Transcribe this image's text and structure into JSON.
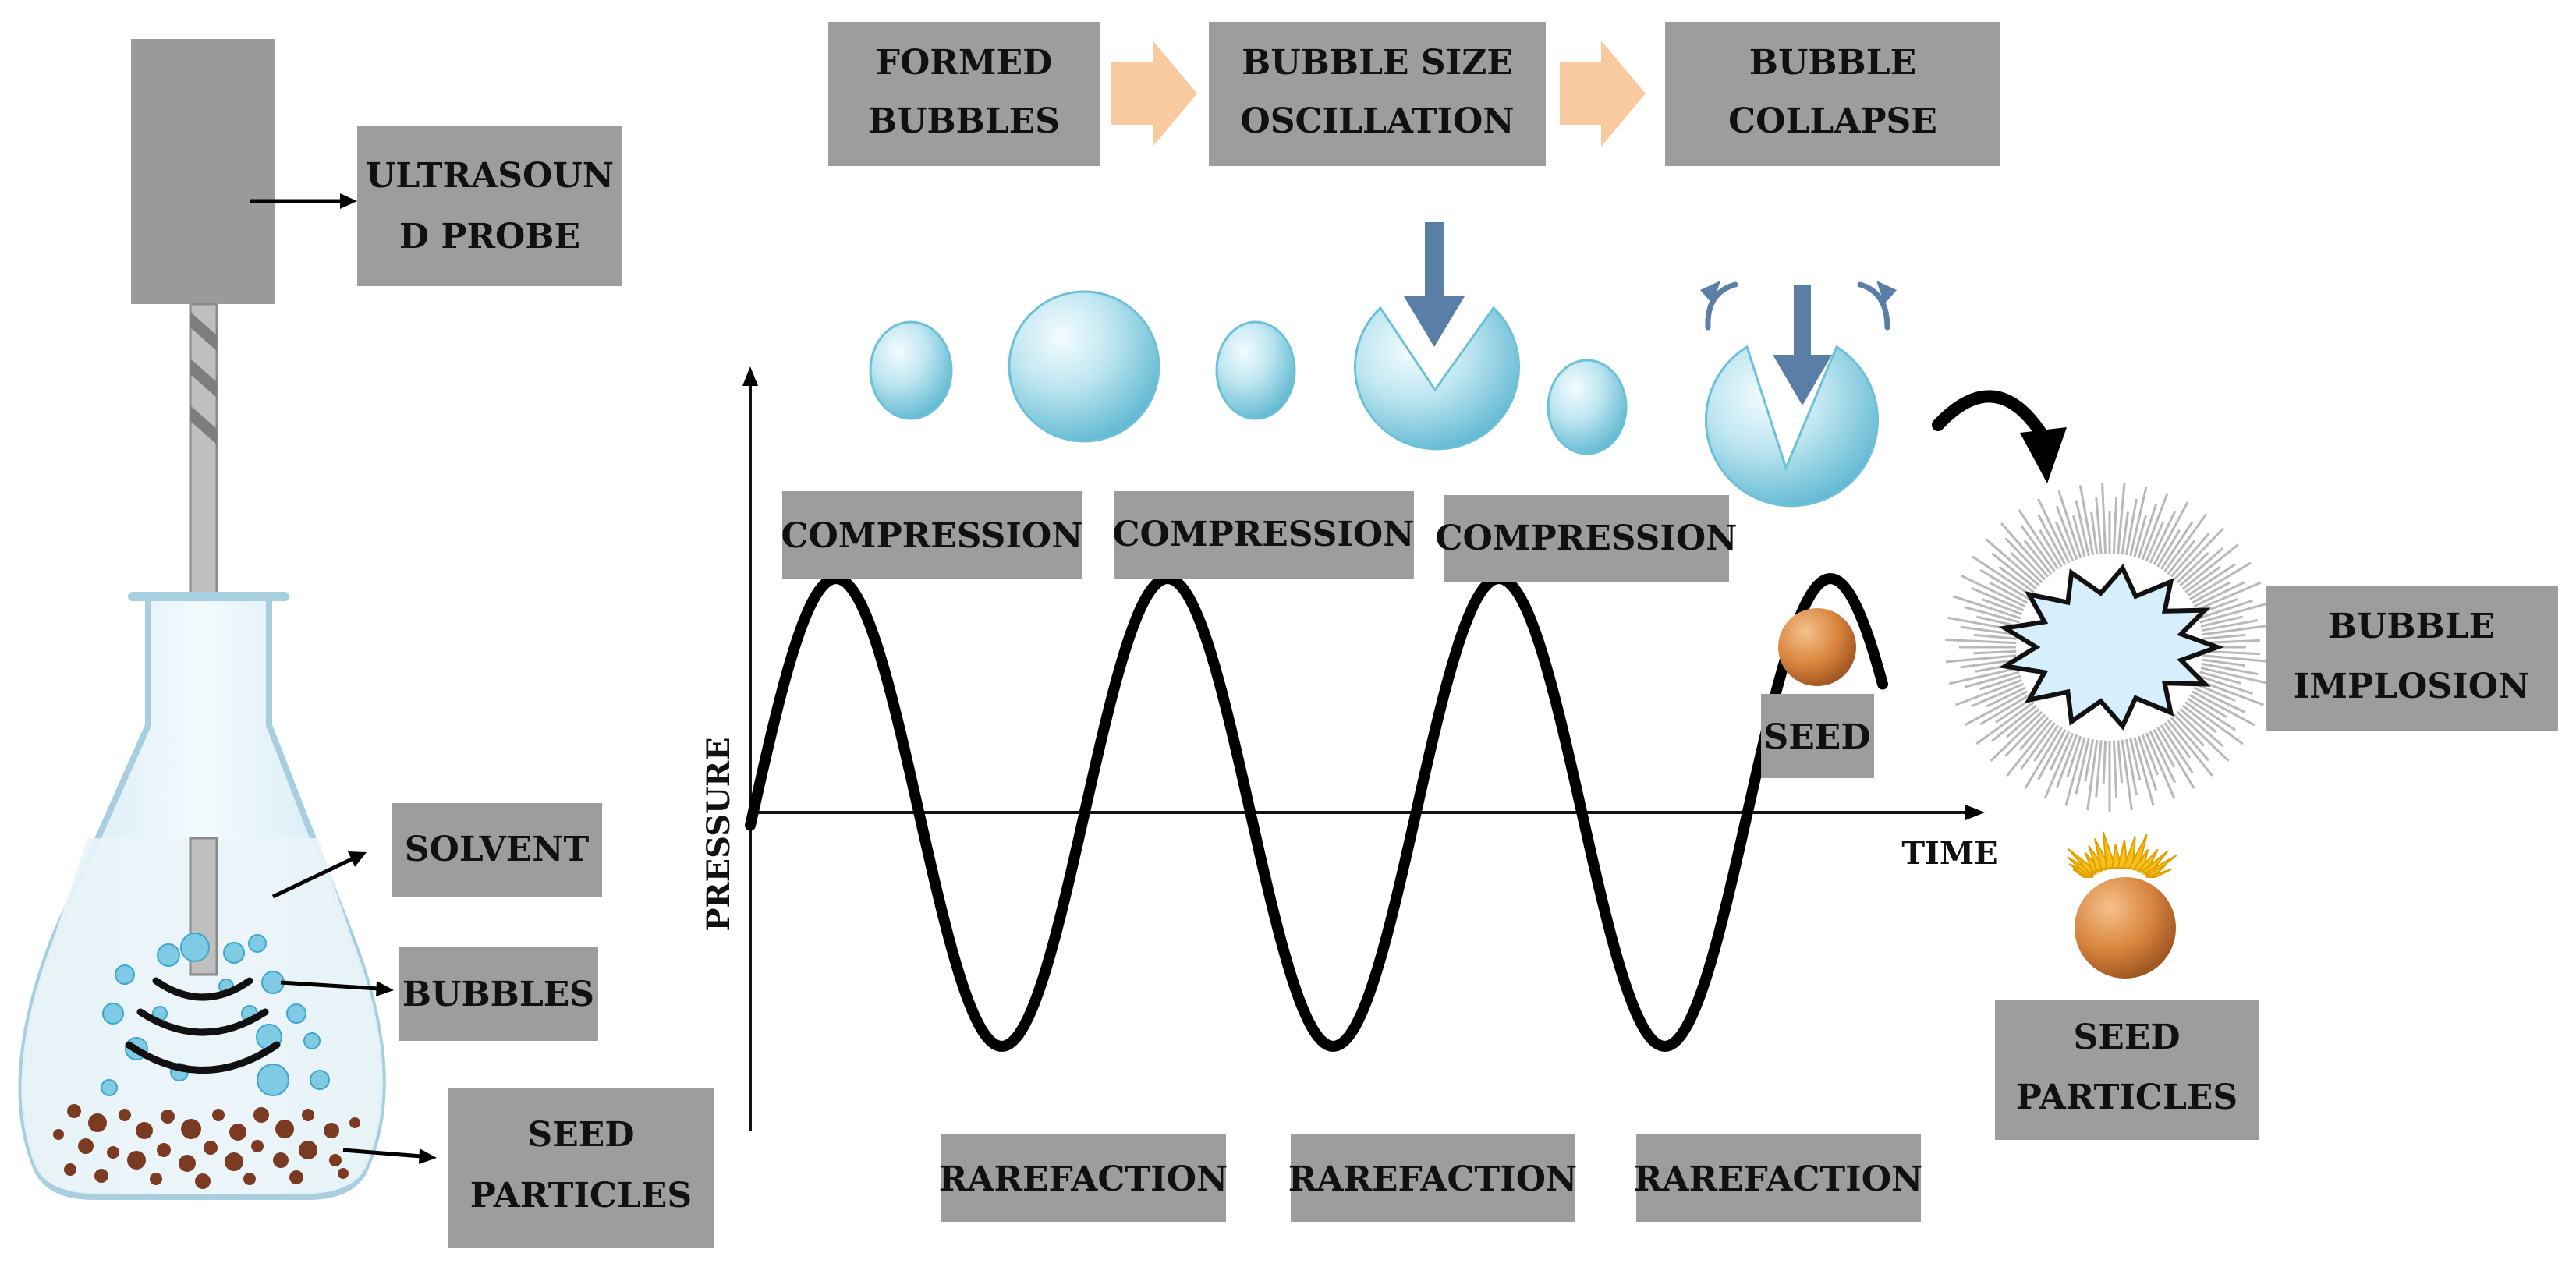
{
  "labels": {
    "ultrasound_probe": [
      "ULTRASOUN",
      "D PROBE"
    ],
    "solvent": "SOLVENT",
    "bubbles": "BUBBLES",
    "seed_particles_left": [
      "SEED",
      "PARTICLES"
    ],
    "formed_bubbles": [
      "FORMED",
      "BUBBLES"
    ],
    "bubble_size_oscillation": [
      "BUBBLE SIZE",
      "OSCILLATION"
    ],
    "bubble_collapse": [
      "BUBBLE",
      "COLLAPSE"
    ],
    "compression": [
      "COMPRESSION",
      "COMPRESSION",
      "COMPRESSION"
    ],
    "rarefaction": [
      "RAREFACTION",
      "RAREFACTION",
      "RAREFACTION"
    ],
    "seed": "SEED",
    "bubble_implosion": [
      "BUBBLE",
      "IMPLOSION"
    ],
    "seed_particles_right": [
      "SEED",
      "PARTICLES"
    ],
    "y_axis": "PRESSURE",
    "x_axis": "TIME"
  },
  "colors": {
    "label_box": "#9d9d9d",
    "flow_arrow": "#f9c9a0",
    "bubble_fill": "#a9dbe8",
    "bubble_edge": "#66bfd6",
    "collapse_arrow": "#5a7fa6",
    "seed": "#c9773a",
    "sediment": "#7a3b22"
  }
}
